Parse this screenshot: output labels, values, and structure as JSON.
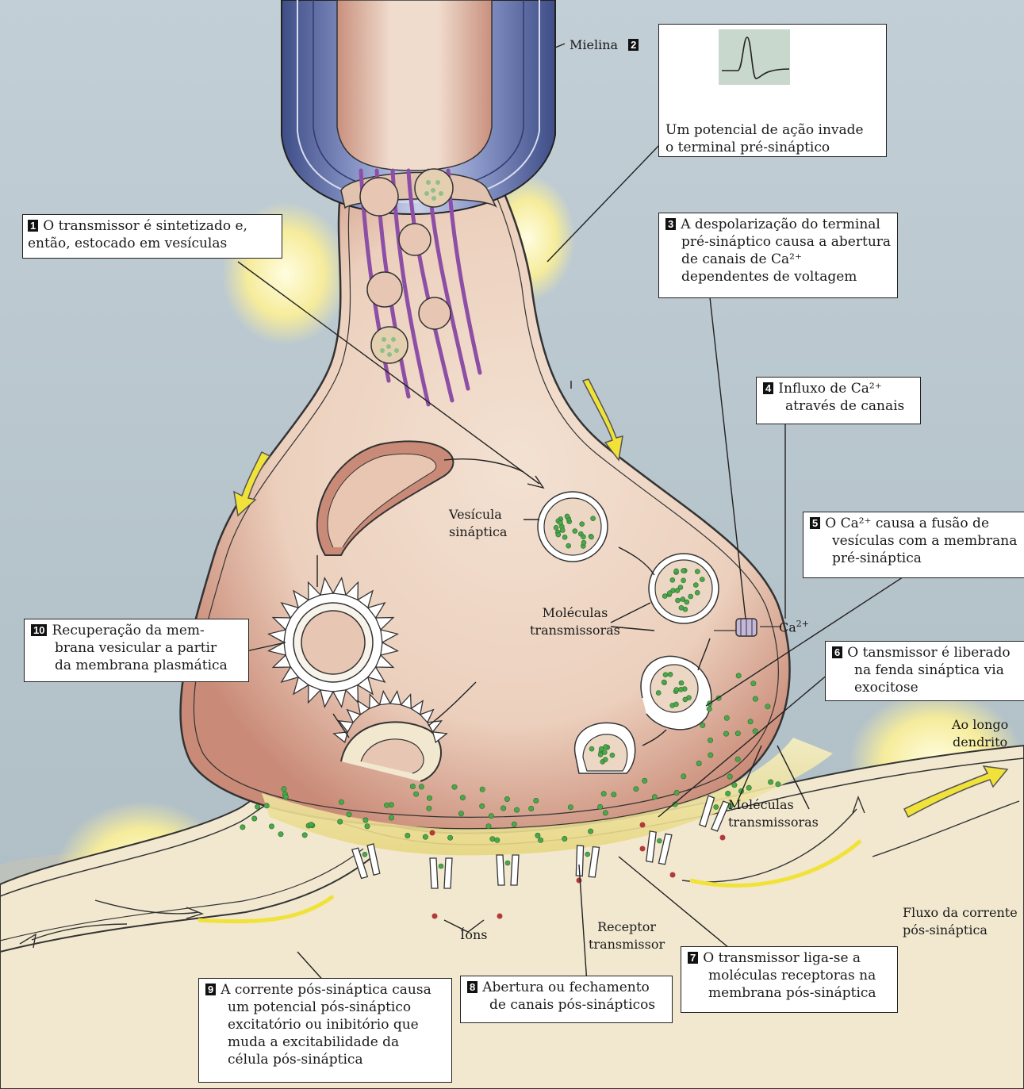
{
  "labels": {
    "mielina": "Mielina",
    "mielina_num": "2",
    "vesicula": [
      "Vesícula",
      "sináptica"
    ],
    "moleculas_pre": [
      "Moléculas",
      "transmissoras"
    ],
    "ca_ion": "Ca",
    "ca_sup": "2+",
    "moleculas_post": [
      "Moléculas",
      "transmissoras"
    ],
    "ao_longo": [
      "Ao longo",
      "dendrito"
    ],
    "fluxo": [
      "Fluxo da corrente",
      "pós-sináptica"
    ],
    "ions": "Íons",
    "receptor": [
      "Receptor",
      "transmissor"
    ]
  },
  "steps": [
    {
      "num": "1",
      "lines": [
        "O transmissor é sintetizado e,",
        "então, estocado em vesículas"
      ]
    },
    {
      "num": "",
      "lines": [
        "Um potencial de ação invade",
        "o terminal pré-sináptico"
      ]
    },
    {
      "num": "3",
      "lines": [
        "A despolarização do terminal",
        "pré-sináptico causa a abertura",
        "de canais de Ca²⁺",
        "dependentes de voltagem"
      ]
    },
    {
      "num": "4",
      "lines": [
        "Influxo de Ca²⁺",
        "através de canais"
      ]
    },
    {
      "num": "5",
      "lines": [
        "O Ca²⁺ causa a fusão de",
        "vesículas com a membrana",
        "pré-sináptica"
      ]
    },
    {
      "num": "6",
      "lines": [
        "O tansmissor é liberado",
        "na fenda sináptica via",
        "exocitose"
      ]
    },
    {
      "num": "7",
      "lines": [
        "O transmissor liga-se a",
        "moléculas receptoras na",
        "membrana pós-sináptica"
      ]
    },
    {
      "num": "8",
      "lines": [
        "Abertura ou fechamento",
        "de canais pós-sinápticos"
      ]
    },
    {
      "num": "9",
      "lines": [
        "A corrente pós-sináptica causa",
        "um potencial pós-sináptico",
        "excitatório ou inibitório que",
        "muda a excitabilidade da",
        "célula pós-sináptica"
      ]
    },
    {
      "num": "10",
      "lines": [
        "Recuperação da mem-",
        "brana vesicular a partir",
        "da membrana plasmática"
      ]
    }
  ],
  "colors": {
    "background": "#b9c7cf",
    "terminal": "#ecd3c0",
    "terminal_shade": "#c98f7d",
    "postsynaptic": "#f4ecd3",
    "cleft_glow": "#f2e48a",
    "myelin": "#4f5f9c",
    "microtubule": "#8d4fa6",
    "transmitter": "#4aa84a",
    "ion": "#b23a3a",
    "arrow_yellow": "#f1e23a"
  }
}
